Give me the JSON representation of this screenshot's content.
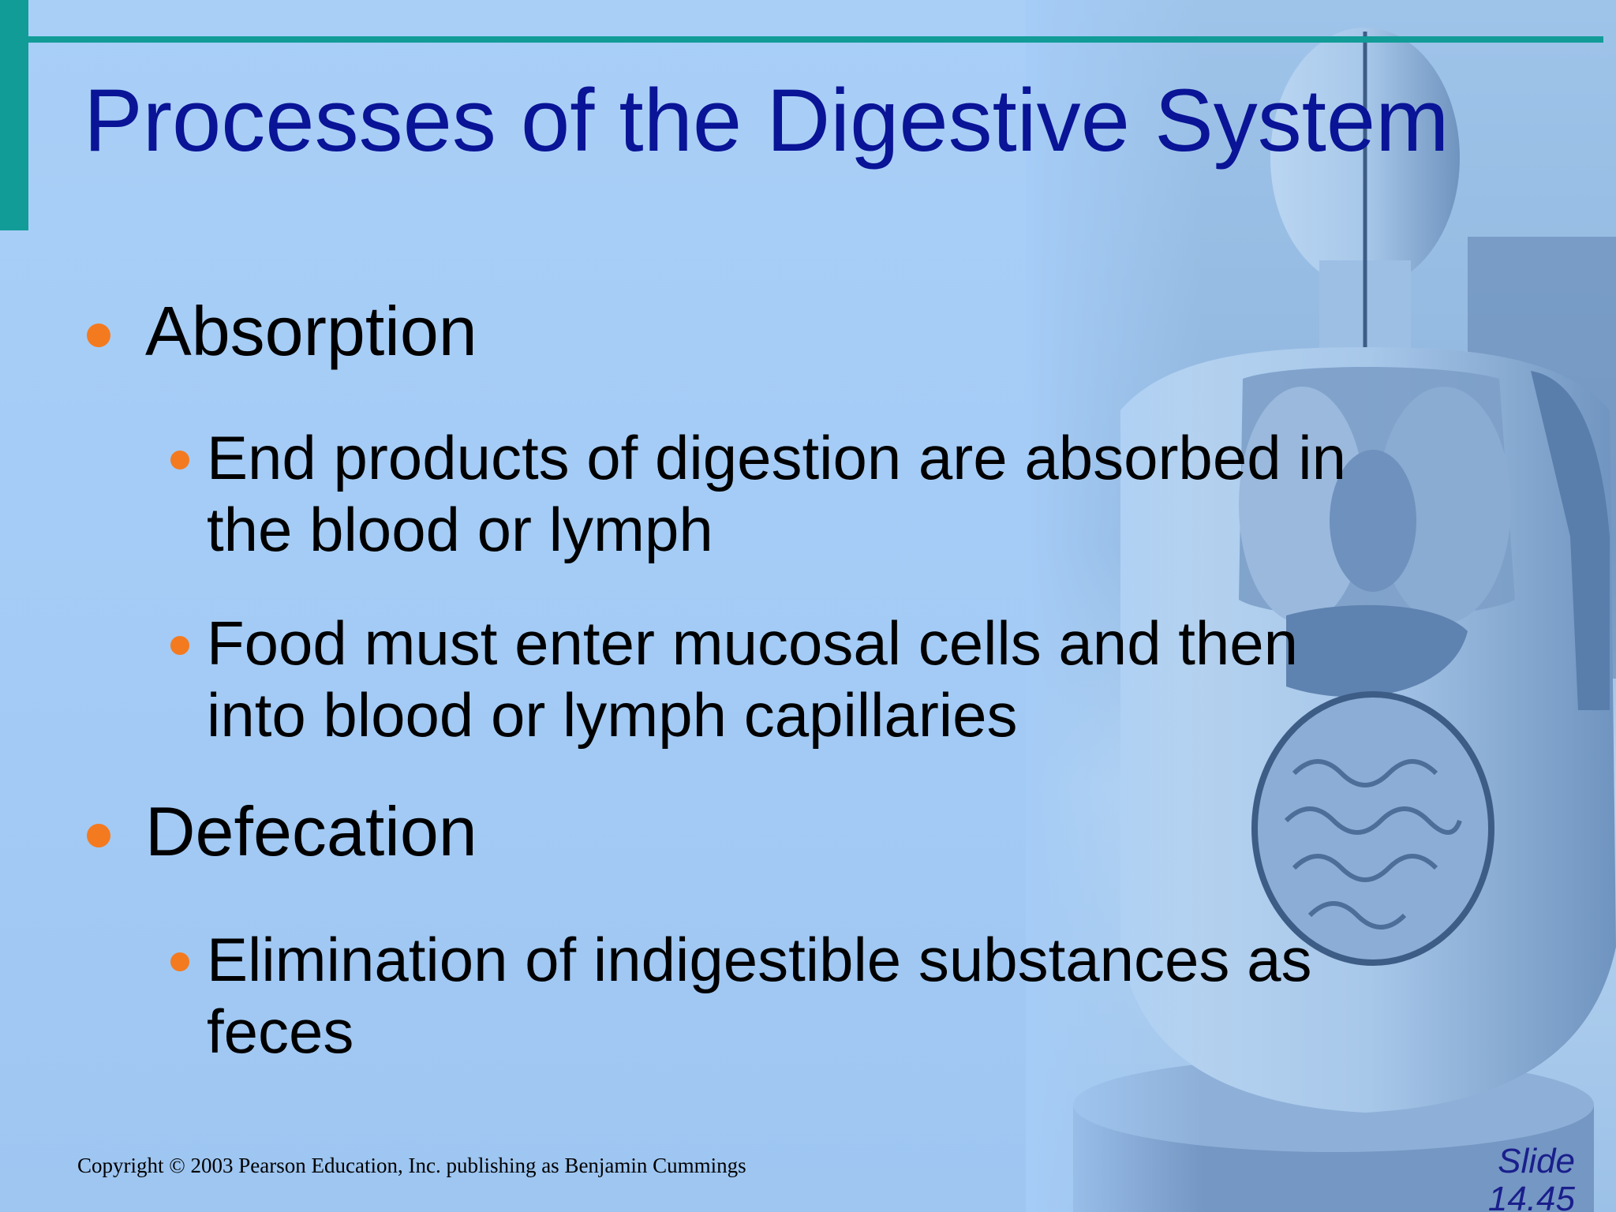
{
  "slide": {
    "title": "Processes of the Digestive System",
    "colors": {
      "background": "#a7cdf6",
      "accent": "#119c98",
      "title": "#0a1496",
      "bullet": "#f47a1f"
    },
    "sections": [
      {
        "heading": "Absorption",
        "points": [
          {
            "line1": "End products of digestion are absorbed in",
            "line2": "the blood or lymph"
          },
          {
            "line1": "Food must enter mucosal cells and then",
            "line2": "into blood or lymph capillaries"
          }
        ]
      },
      {
        "heading": "Defecation",
        "points": [
          {
            "line1": "Elimination of indigestible substances as",
            "line2": "feces"
          }
        ]
      }
    ],
    "footer": {
      "copyright": "Copyright © 2003 Pearson Education, Inc. publishing as Benjamin Cummings",
      "slide_label": "Slide",
      "slide_number": "14.45"
    }
  }
}
